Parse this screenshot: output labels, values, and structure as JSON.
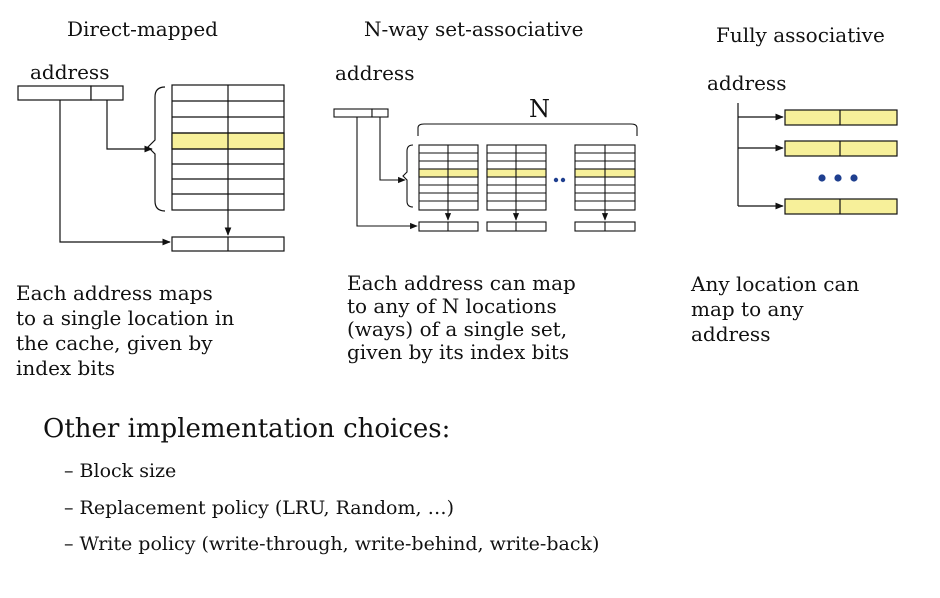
{
  "columns": {
    "direct": {
      "heading": "Direct-mapped",
      "address_label": "address",
      "description": [
        "Each address maps",
        "to a single location in",
        "the cache, given by",
        "index bits"
      ]
    },
    "set_assoc": {
      "heading": "N-way set-associative",
      "address_label": "address",
      "n_label": "N",
      "description": [
        "Each address can map",
        "to any of N locations",
        "(ways) of a single set,",
        "given by its index bits"
      ]
    },
    "fully": {
      "heading": "Fully associative",
      "address_label": "address",
      "description": [
        "Any location can",
        "map to any",
        "address"
      ]
    }
  },
  "other": {
    "heading": "Other implementation choices:",
    "bullets": [
      "–  Block size",
      "–  Replacement policy (LRU, Random, …)",
      "–  Write policy (write-through, write-behind, write-back)"
    ]
  },
  "colors": {
    "highlight": "#f7f09a",
    "line": "#111111",
    "dots": "#1f3f8f"
  }
}
